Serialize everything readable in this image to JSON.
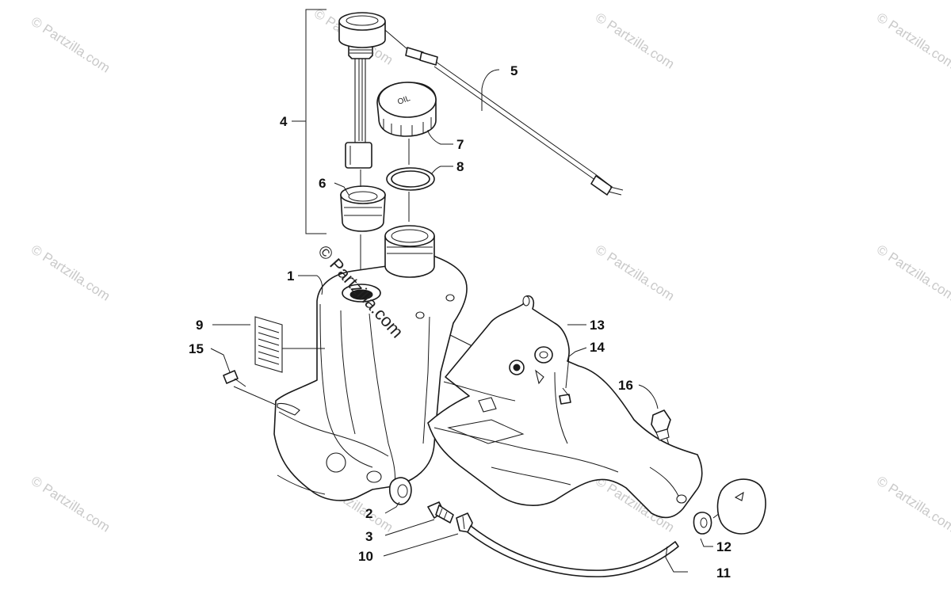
{
  "diagram": {
    "callouts": [
      {
        "id": "c1",
        "label": "1"
      },
      {
        "id": "c2",
        "label": "2"
      },
      {
        "id": "c3",
        "label": "3"
      },
      {
        "id": "c4",
        "label": "4"
      },
      {
        "id": "c5",
        "label": "5"
      },
      {
        "id": "c6",
        "label": "6"
      },
      {
        "id": "c7",
        "label": "7"
      },
      {
        "id": "c8",
        "label": "8"
      },
      {
        "id": "c9",
        "label": "9"
      },
      {
        "id": "c10",
        "label": "10"
      },
      {
        "id": "c11",
        "label": "11"
      },
      {
        "id": "c12",
        "label": "12"
      },
      {
        "id": "c13",
        "label": "13"
      },
      {
        "id": "c14",
        "label": "14"
      },
      {
        "id": "c15",
        "label": "15"
      },
      {
        "id": "c16",
        "label": "16"
      }
    ]
  },
  "watermark": {
    "text": "© Partzilla.com",
    "main_text": "© Partzilla.com",
    "color": "#c9c9c9"
  }
}
